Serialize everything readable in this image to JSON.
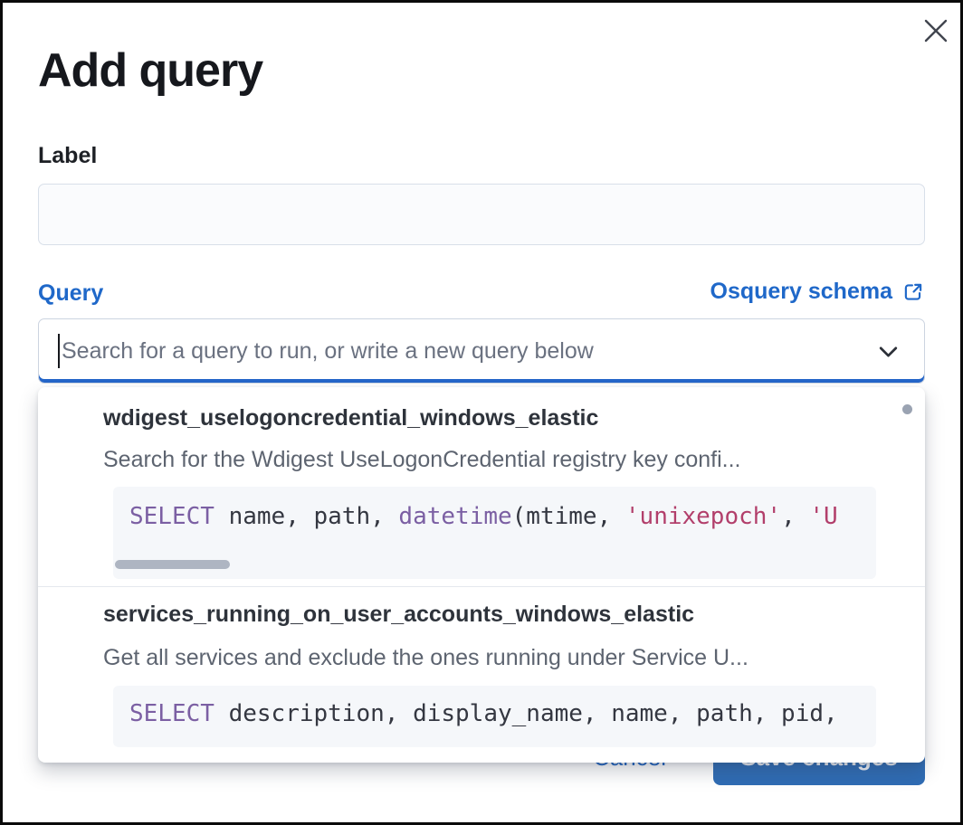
{
  "modal": {
    "title": "Add query"
  },
  "form": {
    "label_field": {
      "label": "Label",
      "value": ""
    },
    "query_field": {
      "label": "Query",
      "schema_link_label": "Osquery schema",
      "search_placeholder": "Search for a query to run, or write a new query below"
    }
  },
  "dropdown": {
    "options": [
      {
        "id": "wdigest_uselogoncredential_windows_elastic",
        "description": "Search for the Wdigest UseLogonCredential registry key confi...",
        "sql_tokens": [
          {
            "text": "SELECT",
            "type": "keyword"
          },
          {
            "text": " name, path, ",
            "type": "plain"
          },
          {
            "text": "datetime",
            "type": "keyword"
          },
          {
            "text": "(mtime, ",
            "type": "plain"
          },
          {
            "text": "'unixepoch'",
            "type": "string"
          },
          {
            "text": ", ",
            "type": "plain"
          },
          {
            "text": "'U",
            "type": "string"
          }
        ]
      },
      {
        "id": "services_running_on_user_accounts_windows_elastic",
        "description": "Get all services and exclude the ones running under Service U...",
        "sql_tokens": [
          {
            "text": "SELECT",
            "type": "keyword"
          },
          {
            "text": " description, display_name, name, path, pid,",
            "type": "plain"
          }
        ]
      }
    ]
  },
  "footer": {
    "cancel_label": "Cancel",
    "save_label": "Save changes"
  },
  "icons": {
    "close": "close-icon",
    "external_link": "external-link-icon",
    "chevron_down": "chevron-down-icon"
  },
  "colors": {
    "link_blue": "#1f68c9",
    "focus_underline_blue": "#2465c8",
    "save_button_blue": "#2f6cb4",
    "keyword_purple": "#7b5fa3",
    "string_rose": "#b23f6b",
    "code_text": "#343741",
    "description_gray": "#5d6470",
    "code_background": "#f5f7fa"
  }
}
